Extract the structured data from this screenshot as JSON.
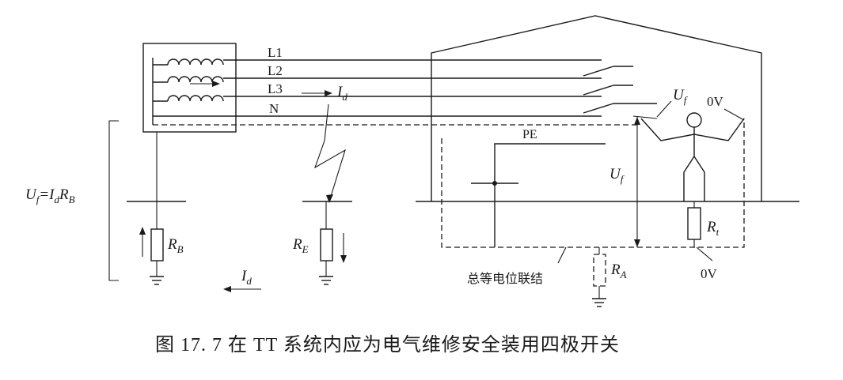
{
  "labels": {
    "L1": "L1",
    "L2": "L2",
    "L3": "L3",
    "N": "N",
    "PE": "PE",
    "Id_main": "I",
    "Id_main_sub": "d",
    "Id_bottom": "I",
    "Id_bottom_sub": "d",
    "Uf_left": "U",
    "Uf_left_sub": "f",
    "Uf_left_eq": "=I",
    "Uf_left_eq_sub": "d",
    "Uf_left_R": "R",
    "Uf_left_R_sub": "B",
    "Uf_mid": "U",
    "Uf_mid_sub": "f",
    "Uf_top": "U",
    "Uf_top_sub": "f",
    "zero_v_top": "0V",
    "zero_v_bottom": "0V",
    "RB": "R",
    "RB_sub": "B",
    "RE": "R",
    "RE_sub": "E",
    "Rt": "R",
    "Rt_sub": "t",
    "RA": "R",
    "RA_sub": "A",
    "bonding": "总等电位联结"
  },
  "caption": "图 17. 7   在 TT 系统内应为电气维修安全装用四极开关"
}
